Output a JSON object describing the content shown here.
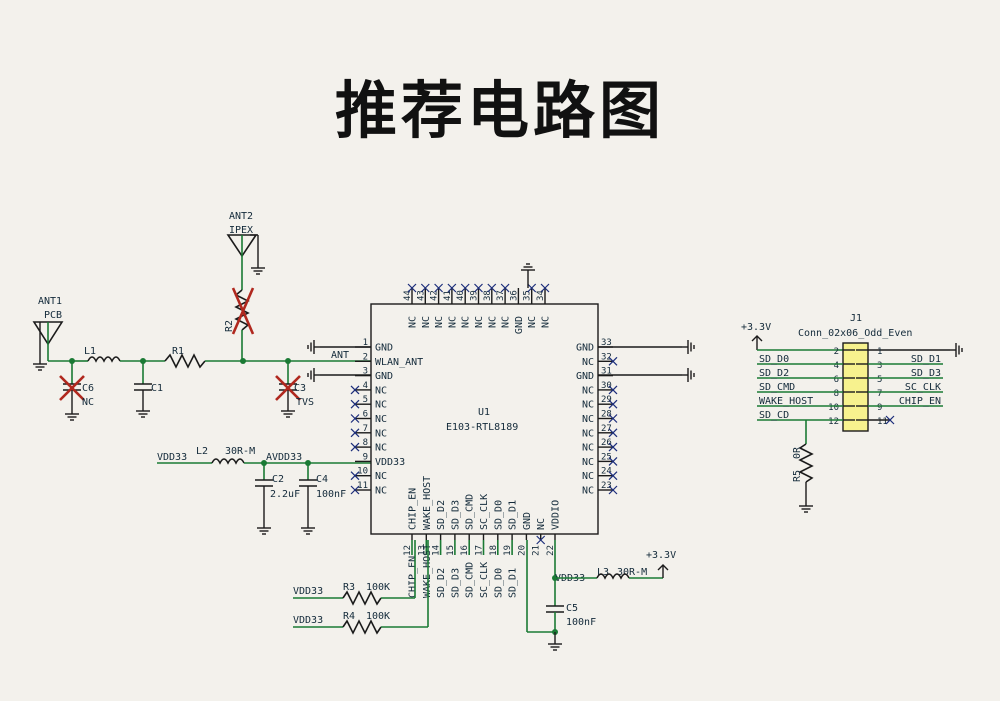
{
  "title": "推荐电路图",
  "ant1": {
    "ref": "ANT1",
    "val": "PCB"
  },
  "ant2": {
    "ref": "ANT2",
    "val": "IPEX"
  },
  "r2": {
    "ref": "R2"
  },
  "l1": {
    "ref": "L1"
  },
  "r1": {
    "ref": "R1"
  },
  "c1": {
    "ref": "C1"
  },
  "c6": {
    "ref": "C6",
    "val": "NC"
  },
  "c3": {
    "ref": "C3",
    "val": "TVS"
  },
  "ant_net": "ANT",
  "l2": {
    "ref": "L2",
    "val": "30R-M"
  },
  "vdd33_left": "VDD33",
  "avdd33": "AVDD33",
  "c2": {
    "ref": "C2",
    "val": "2.2uF"
  },
  "c4": {
    "ref": "C4",
    "val": "100nF"
  },
  "u1": {
    "ref": "U1",
    "val": "E103-RTL8189"
  },
  "left_pins": [
    {
      "num": "1",
      "name": "GND"
    },
    {
      "num": "2",
      "name": "WLAN_ANT"
    },
    {
      "num": "3",
      "name": "GND"
    },
    {
      "num": "4",
      "name": "NC"
    },
    {
      "num": "5",
      "name": "NC"
    },
    {
      "num": "6",
      "name": "NC"
    },
    {
      "num": "7",
      "name": "NC"
    },
    {
      "num": "8",
      "name": "NC"
    },
    {
      "num": "9",
      "name": "VDD33"
    },
    {
      "num": "10",
      "name": "NC"
    },
    {
      "num": "11",
      "name": "NC"
    }
  ],
  "right_pins": [
    {
      "num": "33",
      "name": "GND"
    },
    {
      "num": "32",
      "name": "NC"
    },
    {
      "num": "31",
      "name": "GND"
    },
    {
      "num": "30",
      "name": "NC"
    },
    {
      "num": "29",
      "name": "NC"
    },
    {
      "num": "28",
      "name": "NC"
    },
    {
      "num": "27",
      "name": "NC"
    },
    {
      "num": "26",
      "name": "NC"
    },
    {
      "num": "25",
      "name": "NC"
    },
    {
      "num": "24",
      "name": "NC"
    },
    {
      "num": "23",
      "name": "NC"
    }
  ],
  "top_pins": [
    {
      "num": "44",
      "name": "NC"
    },
    {
      "num": "43",
      "name": "NC"
    },
    {
      "num": "42",
      "name": "NC"
    },
    {
      "num": "41",
      "name": "NC"
    },
    {
      "num": "40",
      "name": "NC"
    },
    {
      "num": "39",
      "name": "NC"
    },
    {
      "num": "38",
      "name": "NC"
    },
    {
      "num": "37",
      "name": "NC"
    },
    {
      "num": "36",
      "name": "GND"
    },
    {
      "num": "35",
      "name": "NC"
    },
    {
      "num": "34",
      "name": "NC"
    }
  ],
  "bottom_pins": [
    {
      "num": "12",
      "name": "CHIP_EN"
    },
    {
      "num": "13",
      "name": "WAKE_HOST"
    },
    {
      "num": "14",
      "name": "SD_D2"
    },
    {
      "num": "15",
      "name": "SD_D3"
    },
    {
      "num": "16",
      "name": "SD_CMD"
    },
    {
      "num": "17",
      "name": "SC_CLK"
    },
    {
      "num": "18",
      "name": "SD_D0"
    },
    {
      "num": "19",
      "name": "SD_D1"
    },
    {
      "num": "20",
      "name": "GND"
    },
    {
      "num": "21",
      "name": "NC"
    },
    {
      "num": "22",
      "name": "VDDIO"
    }
  ],
  "bottom_nets": [
    "CHIP_EN",
    "WAKE_HOST",
    "SD_D2",
    "SD_D3",
    "SD_CMD",
    "SC_CLK",
    "SD_D0",
    "SD_D1"
  ],
  "r3": {
    "ref": "R3",
    "val": "100K",
    "net": "VDD33"
  },
  "r4": {
    "ref": "R4",
    "val": "100K",
    "net": "VDD33"
  },
  "l3": {
    "ref": "L3",
    "val": "30R-M"
  },
  "plus33": "+3.3V",
  "vdd33_io": "VDD33",
  "c5": {
    "ref": "C5",
    "val": "100nF"
  },
  "j1": {
    "ref": "J1",
    "val": "Conn_02x06_Odd_Even",
    "power": "+3.3V",
    "rows": [
      {
        "left_net": "",
        "left_num": "2",
        "right_num": "1",
        "right_net": ""
      },
      {
        "left_net": "SD_D0",
        "left_num": "4",
        "right_num": "3",
        "right_net": "SD_D1"
      },
      {
        "left_net": "SD_D2",
        "left_num": "6",
        "right_num": "5",
        "right_net": "SD_D3"
      },
      {
        "left_net": "SD_CMD",
        "left_num": "8",
        "right_num": "7",
        "right_net": "SC_CLK"
      },
      {
        "left_net": "WAKE_HOST",
        "left_num": "10",
        "right_num": "9",
        "right_net": "CHIP_EN"
      },
      {
        "left_net": "SD_CD",
        "left_num": "12",
        "right_num": "11",
        "right_net": ""
      }
    ]
  },
  "r5": {
    "ref": "R5",
    "val": "0R"
  },
  "colors": {
    "wire": "#1a7a34",
    "body": "#1b1b1b",
    "dnp": "#b0281e",
    "connector": "#f7f28e",
    "text": "#132a3a"
  }
}
